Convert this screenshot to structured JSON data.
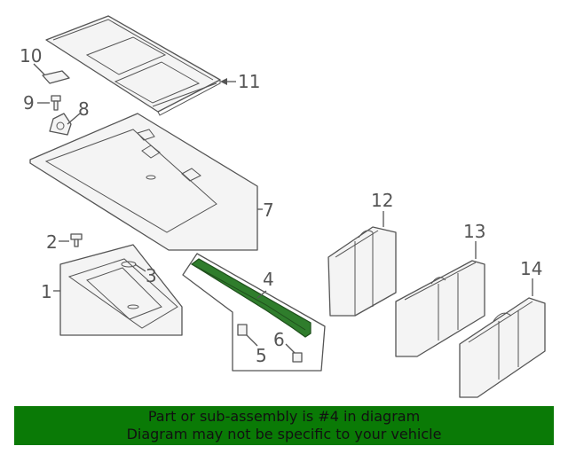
{
  "callouts": {
    "c1": "1",
    "c2": "2",
    "c3": "3",
    "c4": "4",
    "c5": "5",
    "c6": "6",
    "c7": "7",
    "c8": "8",
    "c9": "9",
    "c10": "10",
    "c11": "11",
    "c12": "12",
    "c13": "13",
    "c14": "14"
  },
  "banner": {
    "line1": "Part or sub-assembly is #4 in diagram",
    "line2": "Diagram may not be specific to your vehicle"
  },
  "colors": {
    "highlight": "#2f7d2c",
    "banner_background": "#0a7a06",
    "line": "#555555"
  }
}
